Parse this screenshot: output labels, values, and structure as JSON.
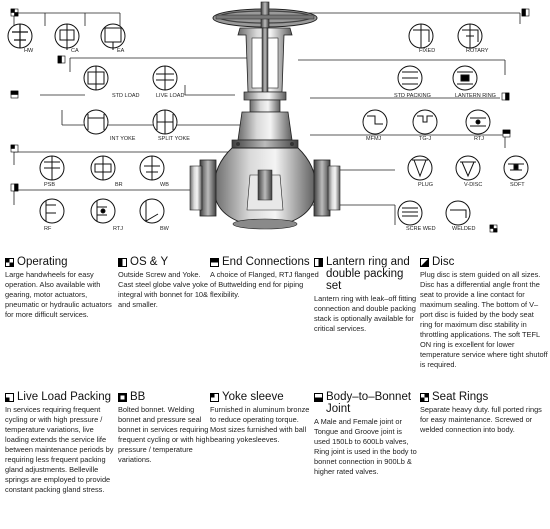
{
  "diagram": {
    "labels": {
      "hw": "HW",
      "ca": "CA",
      "ea": "EA",
      "fixed": "FIXED",
      "rotary": "ROTARY",
      "std_load": "STD LOAD",
      "live_load": "LIVE LOAD",
      "std_packing": "STD PACKING",
      "lantern_ring": "LANTERN RING",
      "int_yoke": "INT YOKE",
      "split_yoke": "SPLIT YOKE",
      "mfmj": "MFMJ",
      "tgj": "TG-J",
      "rtj_top": "RTJ",
      "psb": "PSB",
      "br": "BR",
      "wb": "WB",
      "plug": "PLUG",
      "v_disc": "V-DISC",
      "soft": "SOFT",
      "rf": "RF",
      "rtj_bottom": "RTJ",
      "bw": "BW",
      "screwed": "SCRE WED",
      "welded": "WELDED"
    }
  },
  "sections": [
    {
      "key": "operating",
      "icon": "checker-square-icon",
      "title": "Operating",
      "body": "Large handwheels for easy operation. Also available with gearing, motor actuators, pneumatic or hydraulic actuators for more difficult services."
    },
    {
      "key": "os_y",
      "icon": "split-square-icon",
      "title": "OS & Y",
      "body": "Outside Screw and Yoke. Cast steel globe valve yoke integral with bonnet for 10& and smaller."
    },
    {
      "key": "end_connections",
      "icon": "quarter-square-icon",
      "title": "End Connections",
      "body": "A choice of Flanged, RTJ flanged of Buttwelding end for piping flexibility."
    },
    {
      "key": "lantern_ring",
      "icon": "bar-square-icon",
      "title": "Lantern ring and double packing set",
      "body": "Lantern ring with leak–off fitting connection and double packing stack is optionally available for critical services."
    },
    {
      "key": "disc",
      "icon": "diagonal-square-icon",
      "title": "Disc",
      "body": "Plug disc is stem guided on all sizes. Disc has a differential angle front the seat to provide a line contact for maximum sealing. The bottom of V–port disc is fuided by the body seat ring for maximum disc stability in throttling applications. The soft TEFL ON ring is excellent for lower temperature service where tight shutoff is required."
    },
    {
      "key": "live_load_packing",
      "icon": "corner-square-icon",
      "title": "Live Load Packing",
      "body": "In services requiring frequent cycling or with high pressure / temperature variations, live loading extends the service life between maintenance periods by requiring less frequent packing gland adjustments. Belleville springs are employed to provide constant packing gland stress."
    },
    {
      "key": "bb",
      "icon": "frame-square-icon",
      "title": "BB",
      "body": "Bolted bonnet. Welding bonnet and pressure seal bonnet in services requiring frequent cycling or with high pressure / temperature variations."
    },
    {
      "key": "yoke_sleeve",
      "icon": "half-square-icon",
      "title": "Yoke sleeve",
      "body": "Furnished in aluminum bronze to reduce operating torque. Most sizes furnished with ball bearing yokesleeves."
    },
    {
      "key": "body_to_bonnet_joint",
      "icon": "notch-square-icon",
      "title": "Body–to–Bonnet Joint",
      "body": "A Male and Female joint or Tongue and Groove joint is used 150Lb to 600Lb valves, Ring joint is used in the body to bonnet connection in 900Lb & higher rated valves."
    },
    {
      "key": "seat_rings",
      "icon": "steps-square-icon",
      "title": "Seat Rings",
      "body": "Separate heavy duty. full ported rings for easy maintenance. Screwed or welded connection into body."
    }
  ]
}
